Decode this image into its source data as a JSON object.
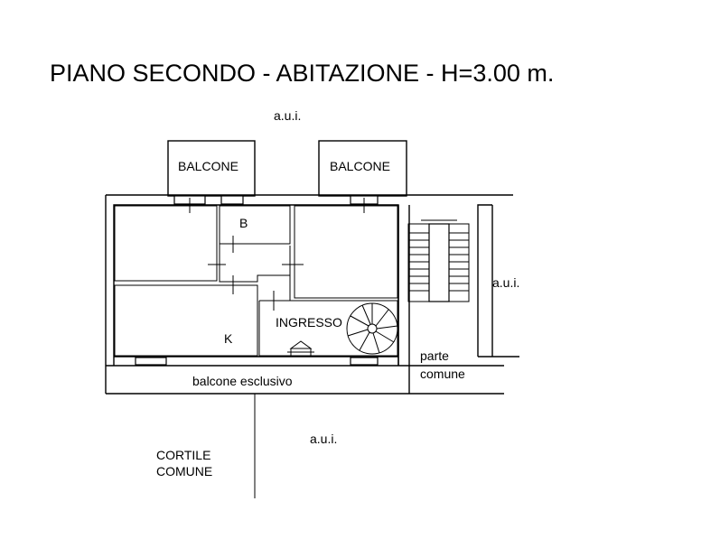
{
  "title": "PIANO SECONDO - ABITAZIONE - H=3.00 m.",
  "labels": {
    "aui_top": "a.u.i.",
    "balcone_left": "BALCONE",
    "balcone_right": "BALCONE",
    "bagno": "B",
    "aui_right": "a.u.i.",
    "ingresso": "INGRESSO",
    "cucina": "K",
    "parte": "parte",
    "comune": "comune",
    "balcone_esclusivo": "balcone esclusivo",
    "aui_bottom": "a.u.i.",
    "cortile": "CORTILE",
    "cortile_comune": "COMUNE"
  }
}
